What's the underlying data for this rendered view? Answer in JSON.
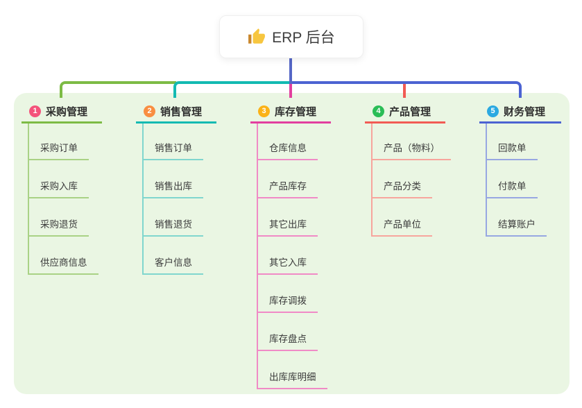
{
  "root": {
    "label": "ERP 后台",
    "icon": "thumbs-up-icon"
  },
  "connector_colors": {
    "root_line": "#5667C6"
  },
  "panel_color": "#EAF6E3",
  "branches": [
    {
      "index": "1",
      "label": "采购管理",
      "badge_color": "#F4537B",
      "line_color": "#7DBB45",
      "child_line_color": "#A9D285",
      "children": [
        "采购订单",
        "采购入库",
        "采购退货",
        "供应商信息"
      ]
    },
    {
      "index": "2",
      "label": "销售管理",
      "badge_color": "#F98E41",
      "line_color": "#13BAB2",
      "child_line_color": "#80D6CE",
      "children": [
        "销售订单",
        "销售出库",
        "销售退货",
        "客户信息"
      ]
    },
    {
      "index": "3",
      "label": "库存管理",
      "badge_color": "#FBB217",
      "line_color": "#E23F9F",
      "child_line_color": "#F08AC6",
      "children": [
        "仓库信息",
        "产品库存",
        "其它出库",
        "其它入库",
        "库存调拨",
        "库存盘点",
        "出库库明细"
      ]
    },
    {
      "index": "4",
      "label": "产品管理",
      "badge_color": "#2ABD56",
      "line_color": "#F15B54",
      "child_line_color": "#F7A59D",
      "children": [
        "产品（物料）",
        "产品分类",
        "产品单位"
      ]
    },
    {
      "index": "5",
      "label": "财务管理",
      "badge_color": "#2BA9E1",
      "line_color": "#4C63D2",
      "child_line_color": "#97A7E2",
      "children": [
        "回款单",
        "付款单",
        "结算账户"
      ]
    }
  ]
}
